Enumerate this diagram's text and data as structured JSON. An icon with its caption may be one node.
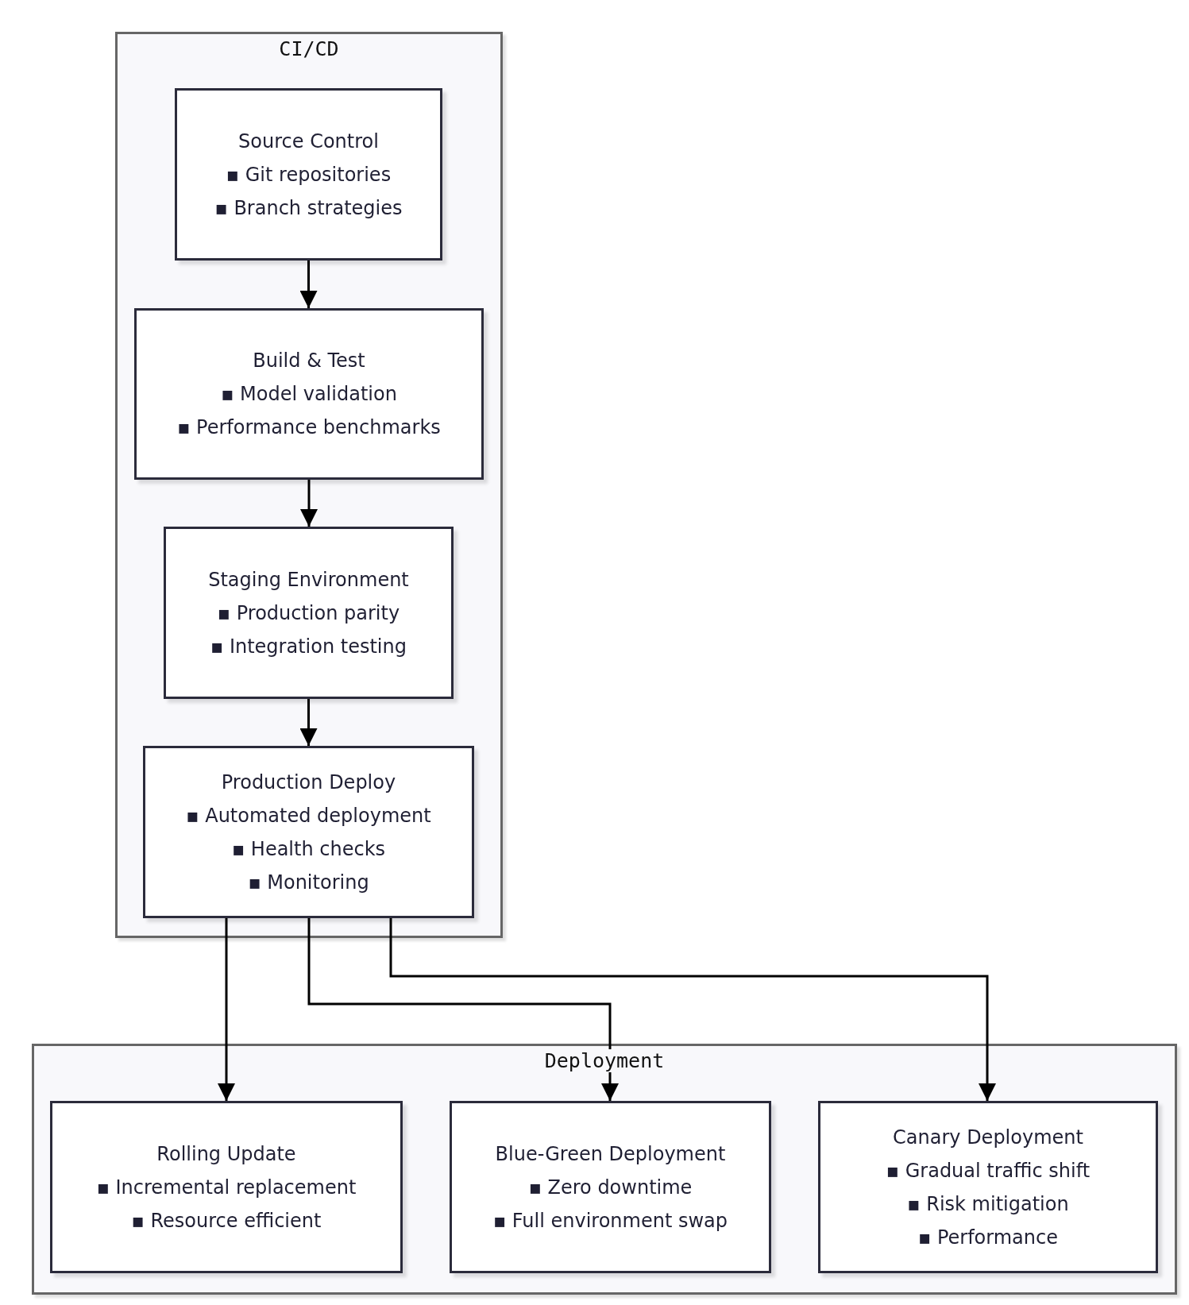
{
  "diagram": {
    "nodes": [
      {
        "text": [
          "CI/CD"
        ]
      },
      {
        "text": [
          "Source Control",
          "▪ Git repositories",
          "▪ Branch strategies"
        ],
        "in": 0
      },
      {
        "text": [
          "Build & Test",
          "▪ Model validation",
          "▪ Performance benchmarks"
        ],
        "in": 0
      },
      {
        "text": [
          "Staging Environment",
          "▪ Production parity",
          "▪ Integration testing"
        ],
        "in": 0
      },
      {
        "text": [
          "Production Deploy",
          "▪ Automated deployment",
          "▪ Health checks",
          "▪ Monitoring"
        ],
        "in": 0
      },
      {
        "text": [
          "Deployment"
        ]
      },
      {
        "text": [
          "Rolling Update",
          "▪ Incremental replacement",
          "▪ Resource efficient"
        ],
        "in": 5
      },
      {
        "text": [
          "Blue-Green Deployment",
          "▪ Zero downtime",
          "▪ Full environment swap"
        ],
        "in": 5
      },
      {
        "text": [
          "Canary Deployment",
          "▪ Gradual traffic shift",
          "▪ Risk mitigation",
          "▪ Performance"
        ],
        "in": 5
      }
    ],
    "edges": [
      {
        "from": 1,
        "to": 2,
        "arrow": "to"
      },
      {
        "from": 2,
        "to": 3,
        "arrow": "to"
      },
      {
        "from": 3,
        "to": 4,
        "arrow": "to"
      },
      {
        "from": 4,
        "to": 6,
        "arrow": "to"
      },
      {
        "from": 4,
        "to": 7,
        "arrow": "to"
      },
      {
        "from": 4,
        "to": 8,
        "arrow": "to"
      }
    ]
  }
}
